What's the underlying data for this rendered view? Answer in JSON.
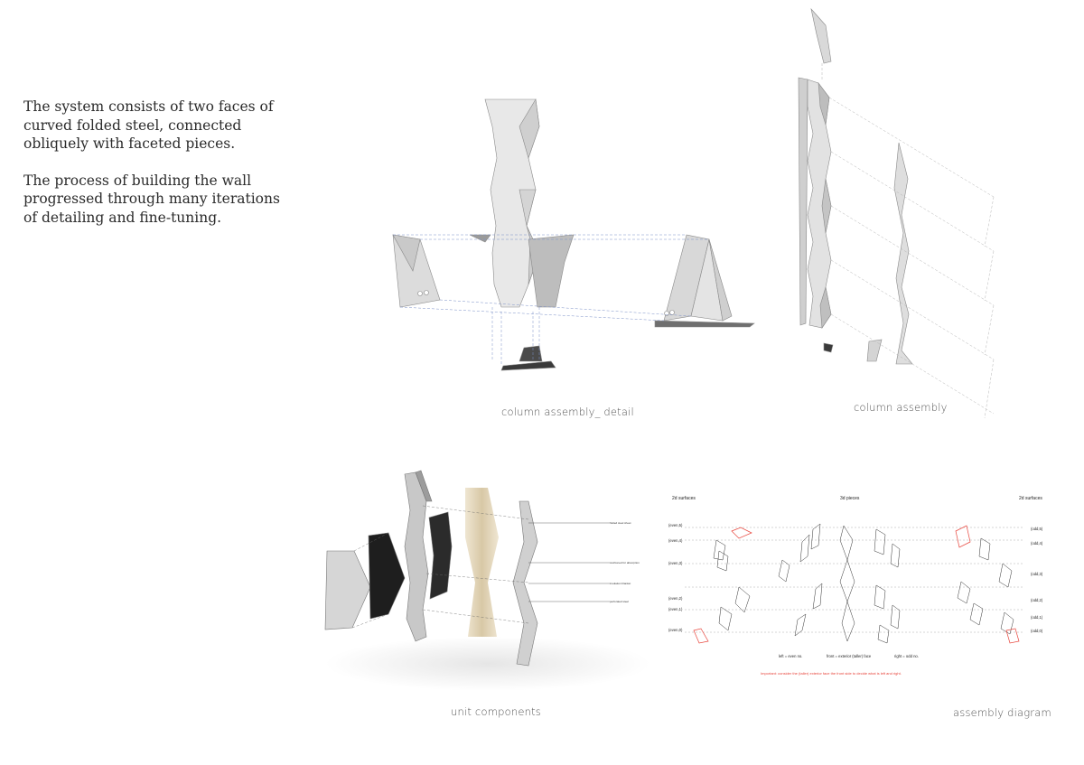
{
  "intro": {
    "paragraph_1": "The system consists of two faces of curved folded steel, connected obliquely with faceted pieces.",
    "paragraph_2": "The process of building the wall progressed through many iterations of detailing and fine-tuning."
  },
  "captions": {
    "column_detail": "column assembly_ detail",
    "column_assembly": "column assembly",
    "unit_components": "unit components",
    "assembly_diagram": "assembly diagram"
  },
  "unit_components": {
    "labels": [
      "folded steel sheet",
      "cushioned for absorption",
      "insulation blanket",
      "perforated steel"
    ]
  },
  "assembly_diagram": {
    "header_left": "2d surfaces",
    "header_center": "3d pieces",
    "header_right": "2d surfaces",
    "left_labels": [
      "(even,5)",
      "(even,4)",
      "(even,3)",
      "(even,2)",
      "(even,1)",
      "(even,0)"
    ],
    "right_labels": [
      "(odd,5)",
      "(odd,4)",
      "(odd,3)",
      "(odd,2)",
      "(odd,1)",
      "(odd,0)"
    ],
    "legend_left": "left = even no.",
    "legend_front": "front = exterior (taller) face",
    "legend_right": "right = odd no.",
    "note": "Important: consider the (taller) exterior face the front side to decide what is left and right.",
    "accent_color": "#e8453c"
  }
}
